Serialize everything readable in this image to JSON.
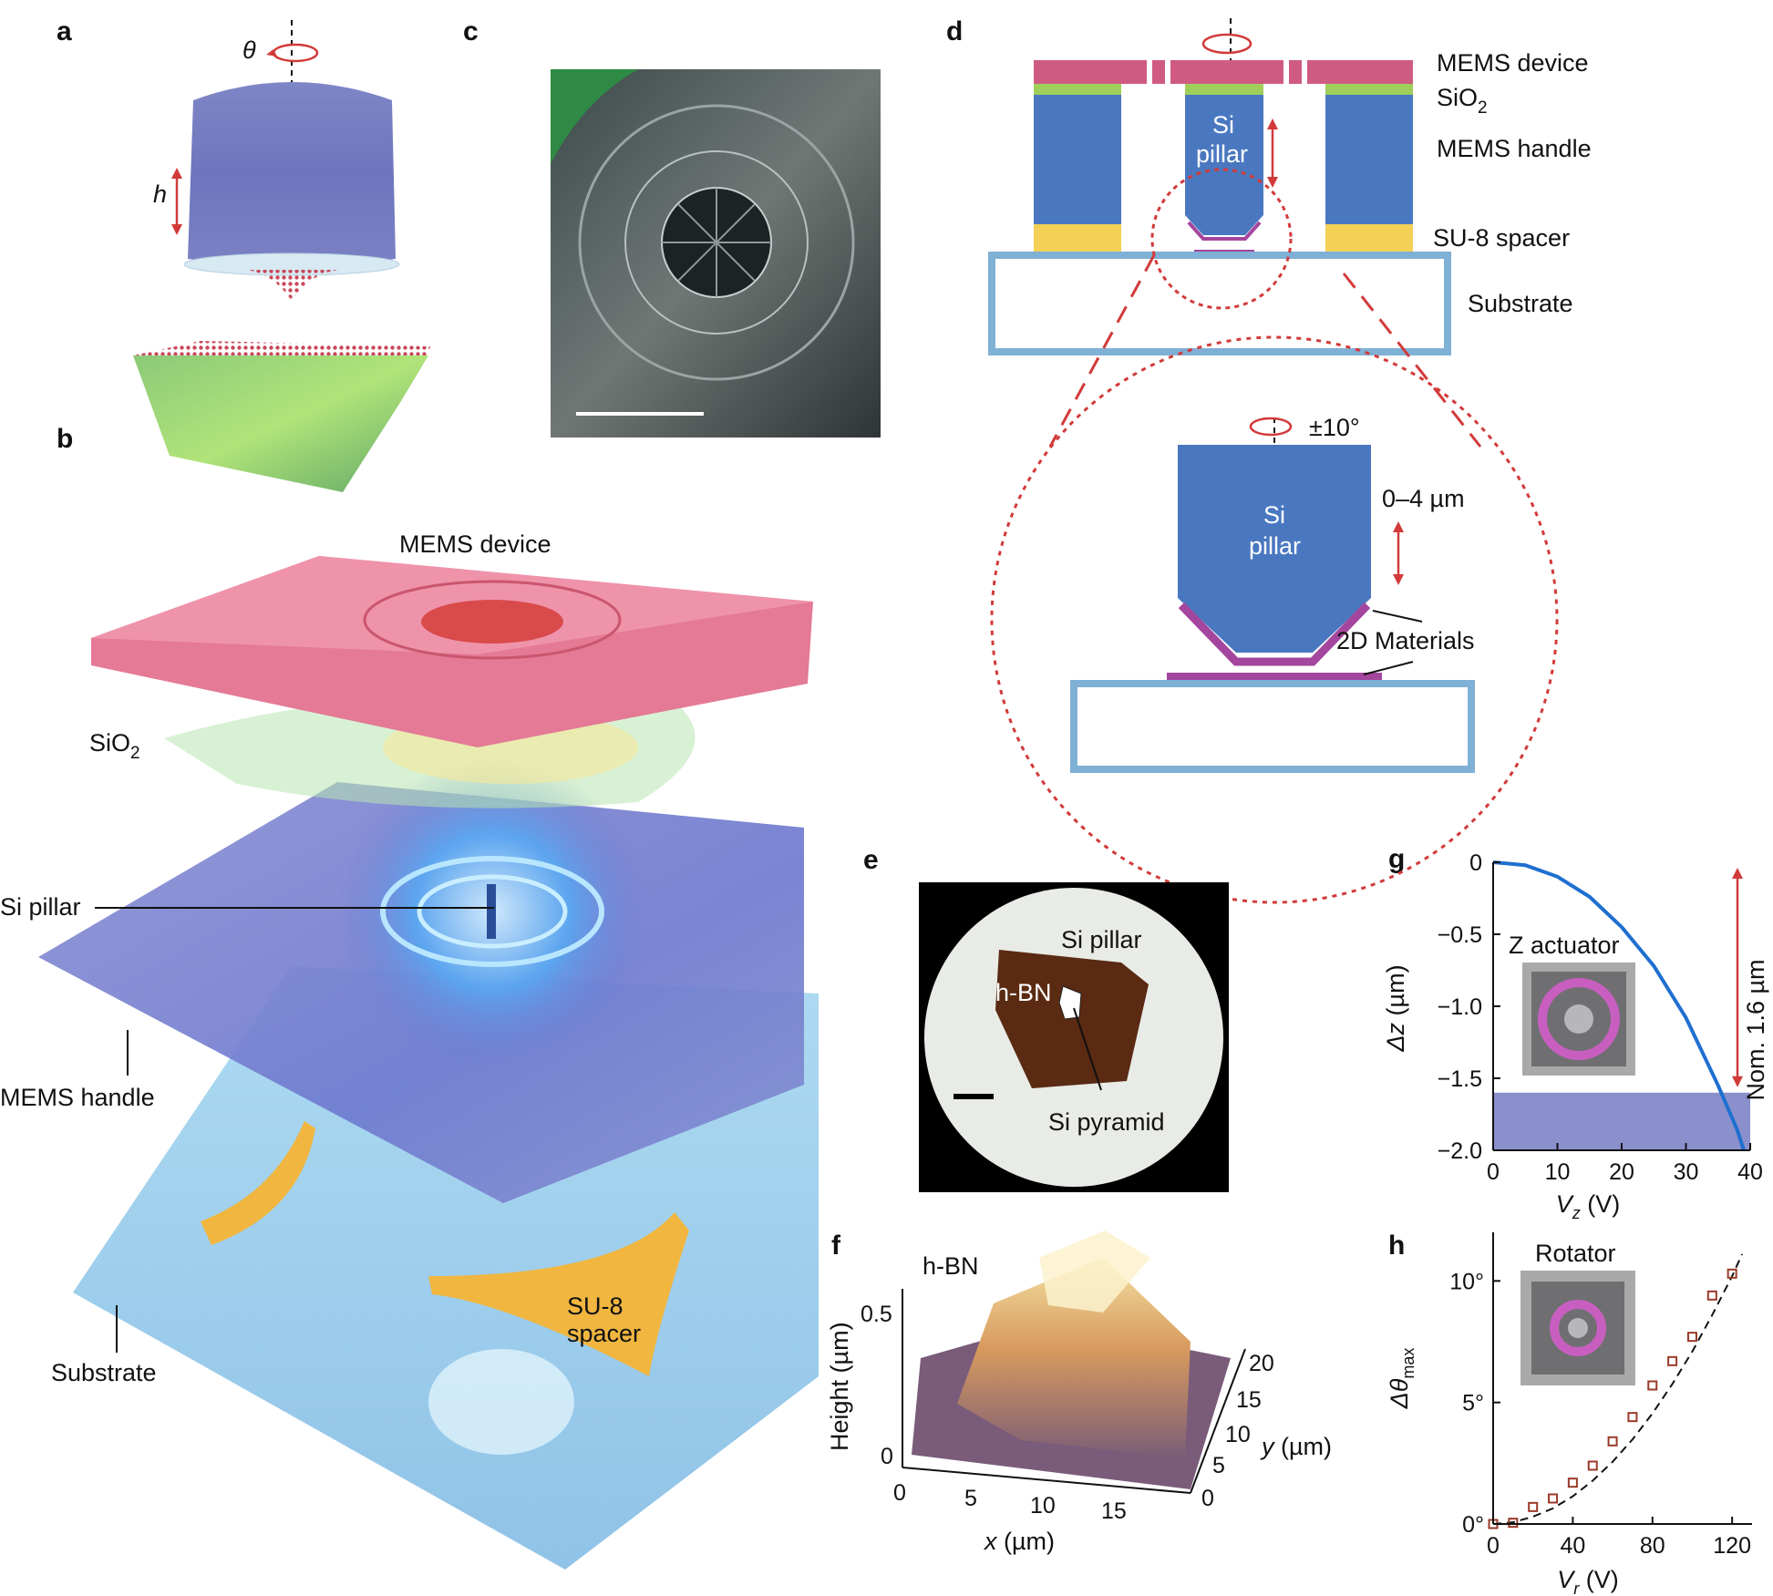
{
  "panel_labels": {
    "a": "a",
    "b": "b",
    "c": "c",
    "d": "d",
    "e": "e",
    "f": "f",
    "g": "g",
    "h": "h"
  },
  "panel_a": {
    "theta": "θ",
    "h": "h"
  },
  "panel_b": {
    "mems_device": "MEMS device",
    "sio2_prefix": "SiO",
    "sio2_sub": "2",
    "si_pillar": "Si pillar",
    "mems_handle": "MEMS handle",
    "substrate": "Substrate",
    "su8_line1": "SU-8",
    "su8_line2": "spacer"
  },
  "panel_d": {
    "mems_device": "MEMS device",
    "sio2_prefix": "SiO",
    "sio2_sub": "2",
    "mems_handle": "MEMS handle",
    "su8_spacer": "SU-8 spacer",
    "substrate": "Substrate",
    "si": "Si",
    "pillar": "pillar",
    "rotation": "±10°",
    "travel": "0–4 µm",
    "materials": "2D Materials"
  },
  "panel_e": {
    "si_pillar": "Si pillar",
    "hbn": "h-BN",
    "si_pyramid": "Si pyramid"
  },
  "panel_f": {
    "title": "h-BN",
    "zlabel": "Height (µm)",
    "xlabel_var": "x",
    "xlabel_unit": " (µm)",
    "ylabel_var": "y",
    "ylabel_unit": " (µm)",
    "z_ticks": [
      "0.5",
      "0"
    ],
    "x_ticks": [
      "0",
      "5",
      "10",
      "15"
    ],
    "y_ticks": [
      "20",
      "15",
      "10",
      "5",
      "0"
    ]
  },
  "chart_data": [
    {
      "type": "line",
      "panel": "g",
      "xlabel_var": "V",
      "xlabel_sub": "z",
      "xlabel_unit": " (V)",
      "ylabel_var": "Δz",
      "ylabel_unit": " (µm)",
      "xlim": [
        0,
        40
      ],
      "ylim": [
        -2.0,
        0
      ],
      "x_ticks": [
        "0",
        "10",
        "20",
        "30",
        "40"
      ],
      "y_ticks": [
        "0",
        "−0.5",
        "−1.0",
        "−1.5",
        "−2.0"
      ],
      "inset_label": "Z actuator",
      "annotation": "Nom. 1.6 µm",
      "shaded_band": [
        -2.0,
        -1.6
      ],
      "line_color": "#1f6fd0",
      "band_color": "#8a90cc",
      "series": [
        {
          "x": [
            0,
            5,
            10,
            15,
            20,
            25,
            30,
            35,
            38,
            39
          ],
          "y": [
            0,
            -0.02,
            -0.1,
            -0.24,
            -0.45,
            -0.72,
            -1.08,
            -1.55,
            -1.86,
            -2.0
          ]
        }
      ]
    },
    {
      "type": "scatter",
      "panel": "h",
      "xlabel_var": "V",
      "xlabel_sub": "r",
      "xlabel_unit": " (V)",
      "ylabel_var": "Δθ",
      "ylabel_sub": "max",
      "xlim": [
        0,
        130
      ],
      "ylim": [
        0,
        12
      ],
      "x_ticks": [
        "0",
        "40",
        "80",
        "120"
      ],
      "y_ticks": [
        "0°",
        "5°",
        "10°"
      ],
      "inset_label": "Rotator",
      "marker_color": "#9b3a2a",
      "series": [
        {
          "x": [
            0,
            10,
            20,
            30,
            40,
            50,
            60,
            70,
            80,
            90,
            100,
            110,
            120
          ],
          "y": [
            0,
            0.05,
            0.7,
            1.05,
            1.7,
            2.4,
            3.4,
            4.4,
            5.7,
            6.7,
            7.7,
            9.4,
            10.3
          ]
        }
      ],
      "fit": {
        "x": [
          0,
          10,
          20,
          30,
          40,
          50,
          60,
          70,
          80,
          90,
          100,
          110,
          120,
          125
        ],
        "y": [
          0,
          0.07,
          0.3,
          0.64,
          1.14,
          1.78,
          2.56,
          3.48,
          4.55,
          5.76,
          7.1,
          8.6,
          10.2,
          11.1
        ]
      }
    }
  ]
}
